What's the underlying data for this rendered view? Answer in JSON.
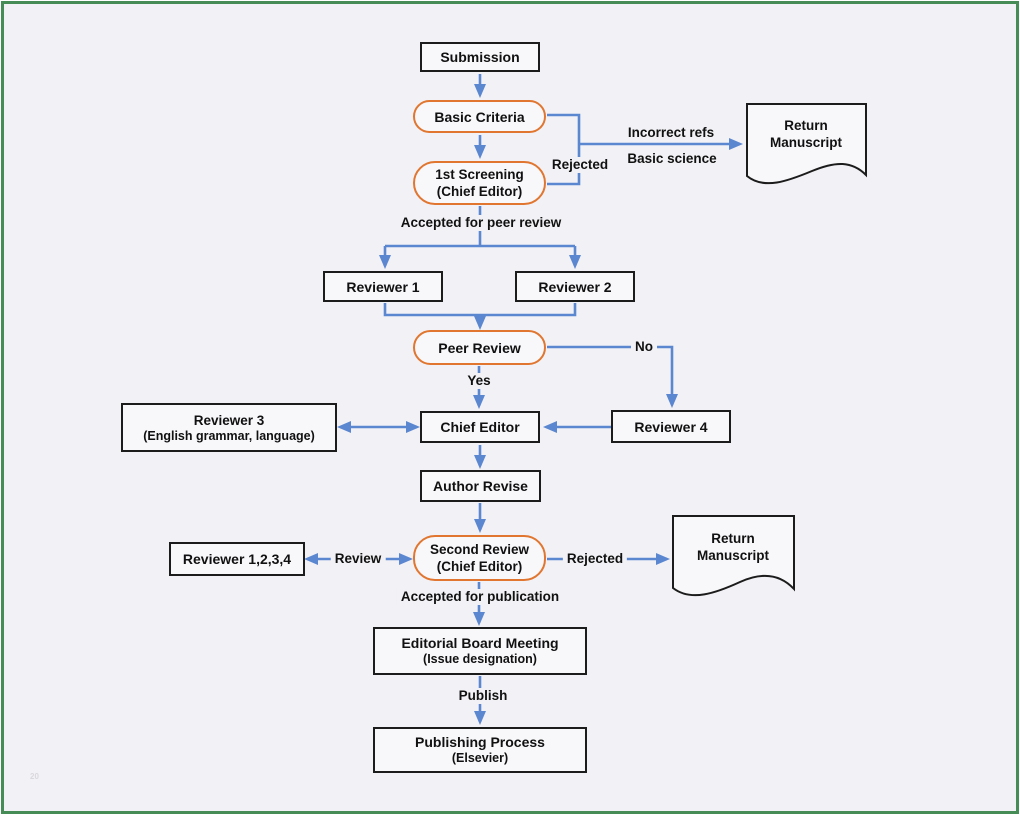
{
  "diagram": {
    "nodes": {
      "submission": {
        "label": "Submission"
      },
      "basic_criteria": {
        "label": "Basic Criteria"
      },
      "first_screening": {
        "line1": "1st Screening",
        "line2": "(Chief Editor)"
      },
      "return_manuscript_top": {
        "line1": "Return",
        "line2": "Manuscript"
      },
      "reviewer_1": {
        "label": "Reviewer 1"
      },
      "reviewer_2": {
        "label": "Reviewer 2"
      },
      "peer_review": {
        "label": "Peer Review"
      },
      "reviewer_3": {
        "line1": "Reviewer 3",
        "line2": "(English grammar, language)"
      },
      "chief_editor": {
        "label": "Chief Editor"
      },
      "reviewer_4": {
        "label": "Reviewer 4"
      },
      "author_revise": {
        "label": "Author Revise"
      },
      "second_review": {
        "line1": "Second Review",
        "line2": "(Chief Editor)"
      },
      "reviewer_1234": {
        "label": "Reviewer 1,2,3,4"
      },
      "return_manuscript_bottom": {
        "line1": "Return",
        "line2": "Manuscript"
      },
      "editorial_board": {
        "line1": "Editorial Board Meeting",
        "line2": "(Issue designation)"
      },
      "publishing_process": {
        "line1": "Publishing Process",
        "line2": "(Elsevier)"
      }
    },
    "labels": {
      "rejected_top": "Rejected",
      "incorrect_refs": "Incorrect refs",
      "basic_science": "Basic science",
      "accepted_peer_review": "Accepted for peer review",
      "no": "No",
      "yes": "Yes",
      "review": "Review",
      "rejected_bottom": "Rejected",
      "accepted_publication": "Accepted for publication",
      "publish": "Publish",
      "watermark": "20"
    },
    "colors": {
      "arrow": "#5b87d1",
      "accent_orange": "#e0762f",
      "border_green": "#468c56",
      "node_border": "#1c1c1c",
      "background": "#f2f1f5"
    }
  }
}
